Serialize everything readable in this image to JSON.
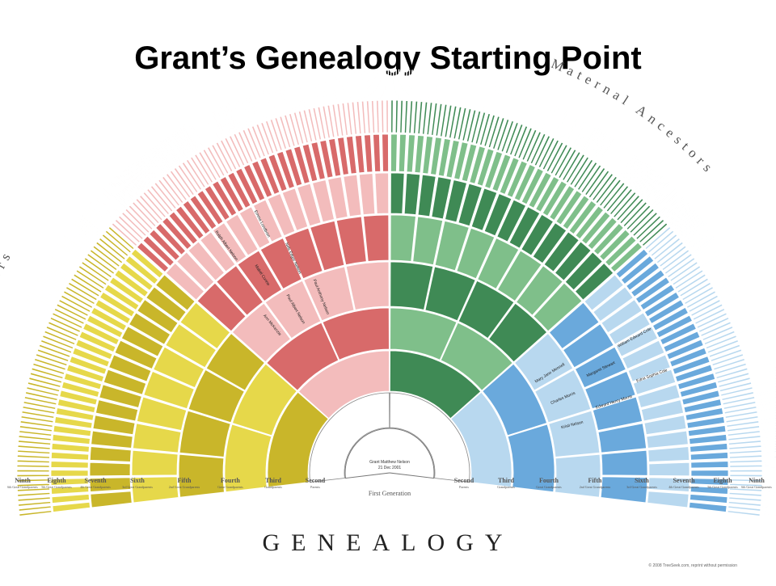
{
  "title": "Grant’s Genealogy Starting Point",
  "footer": "GENEALOGY",
  "copyright": "© 2008 TreeSeek.com, reprint without permission",
  "side_labels": {
    "paternal": "Paternal Ancestors",
    "maternal": "Maternal Ancestors"
  },
  "root": {
    "name": "Grant Matthew Nelson",
    "date": "21 Dec 2001",
    "generation": "First Generation"
  },
  "generations": [
    {
      "label": "Second",
      "sub": "Parents"
    },
    {
      "label": "Third",
      "sub": "Grandparents"
    },
    {
      "label": "Fourth",
      "sub": "Great Grandparents"
    },
    {
      "label": "Fifth",
      "sub": "2nd Great Grandparents"
    },
    {
      "label": "Sixth",
      "sub": "3rd Great Grandparents"
    },
    {
      "label": "Seventh",
      "sub": "4th Great Grandparents"
    },
    {
      "label": "Eighth",
      "sub": "5th Great Grandparents"
    },
    {
      "label": "Ninth",
      "sub": "6th Great Grandparents"
    }
  ],
  "colors": {
    "green": "#7fbf8a",
    "green_dark": "#3f8a55",
    "blue": "#6aa9dc",
    "blue_dark": "#2f7fc4",
    "red": "#d86a6a",
    "red_dark": "#b74545",
    "yellow": "#e6d84a",
    "yellow_dark": "#c9b62a",
    "light_blue": "#b8d8ef",
    "pink": "#f3bcbc"
  },
  "ancestors_left": [
    "Paul Anthony Nelson",
    "Nels Edgar Nelson",
    "Emma Lundborn",
    "Paul Albert Nelson",
    "Mabel Corine",
    "Ralph Albert Nelson",
    "Ann McKenzie"
  ],
  "ancestors_right": [
    "Kristi Nelson",
    "Edward Henry Morris",
    "Edna Sophia Cole",
    "Charles Morris",
    "Margaret Stewart",
    "William Edward Cole",
    "Mary Jane Mennell"
  ]
}
